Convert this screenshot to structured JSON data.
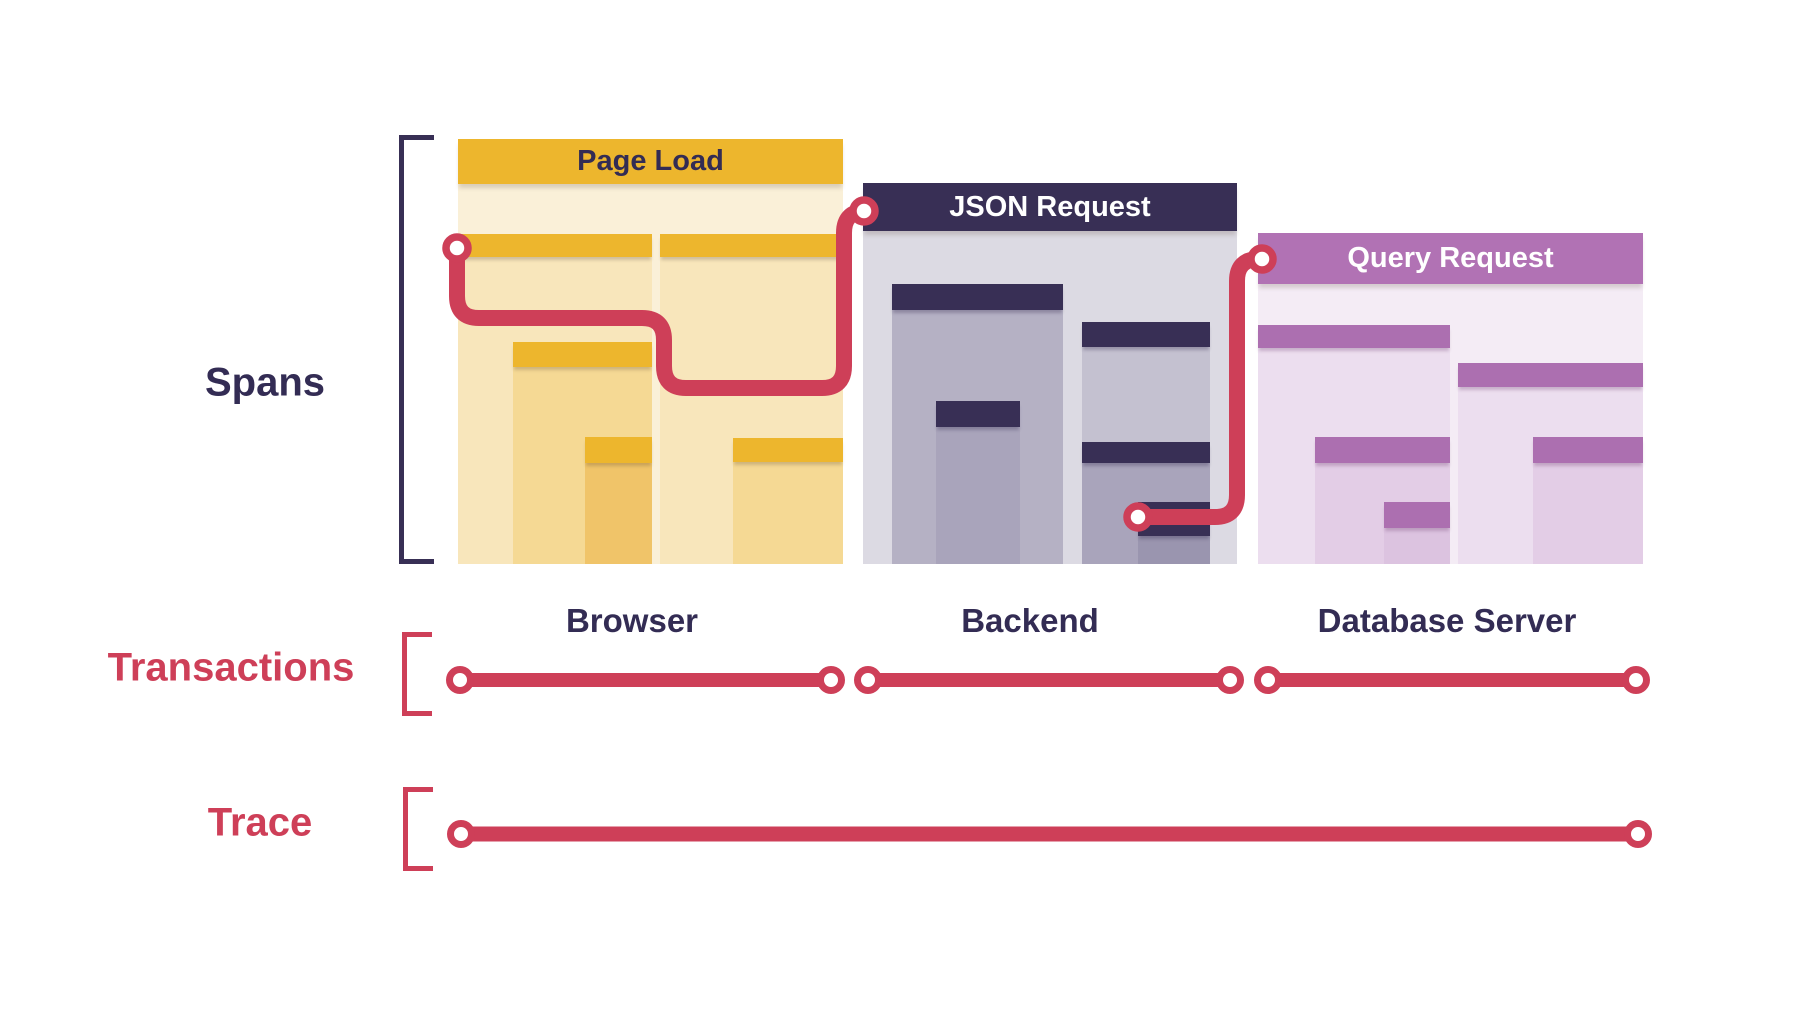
{
  "diagram": {
    "spans": {
      "label": "Spans"
    },
    "transactions": {
      "label": "Transactions"
    },
    "trace": {
      "label": "Trace"
    },
    "cards": [
      {
        "title": "Page Load",
        "environment": "Browser",
        "theme": "gold"
      },
      {
        "title": "JSON Request",
        "environment": "Backend",
        "theme": "navy"
      },
      {
        "title": "Query Request",
        "environment": "Database Server",
        "theme": "purple"
      }
    ]
  },
  "colors": {
    "red": "#CE3F58",
    "navy": "#382F55",
    "text_navy": "#332C54",
    "gold": "#EDB62D",
    "cream": "#FAF0D8",
    "gold_l1": "#F8E6BB",
    "gold_l2": "#F5D994",
    "gold_l3": "#F0C469",
    "slate_body": "#DCDAE3",
    "slate_l1": "#B5B1C4",
    "slate_l2": "#A9A4BB",
    "slate_l3": "#9A95AF",
    "slate_r1": "#C4C1D0",
    "purple": "#B172B4",
    "purple_bar": "#AC6FB0",
    "purple_body": "#F4ECF5",
    "purple_l1": "#ECDEEF",
    "purple_l2": "#E3CDE6",
    "purple_l3": "#DCC3E0"
  }
}
